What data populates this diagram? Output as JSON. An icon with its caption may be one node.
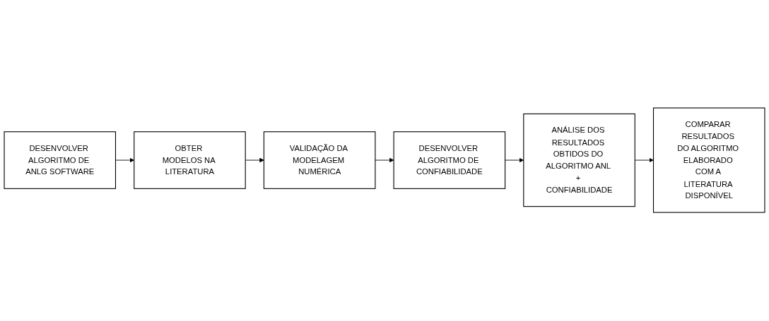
{
  "diagram": {
    "nodes": [
      {
        "text": [
          "DESENVOLVER ALGORITMO DE ANLG SOFTWARE"
        ]
      },
      {
        "text": [
          "OBTER MODELOS NA LITERATURA"
        ]
      },
      {
        "text": [
          "VALIDAÇÃO DA MODELAGEM NUMÉRICA"
        ]
      },
      {
        "text": [
          "DESENVOLVER ALGORITMO DE CONFIABILIDADE"
        ]
      },
      {
        "text": [
          "ANÁLISE DOS RESULTADOS OBTIDOS DO ALGORITMO ANL + CONFIABILIDADE"
        ]
      },
      {
        "text": [
          "COMPARAR RESULTADOS DO ALGORITMO ELABORADO COM A LITERATURA DISPONÍVEL"
        ]
      }
    ],
    "edges": [
      {
        "from": 0,
        "to": 1,
        "arrow": "to"
      },
      {
        "from": 1,
        "to": 2,
        "arrow": "to"
      },
      {
        "from": 2,
        "to": 3,
        "arrow": "to"
      },
      {
        "from": 3,
        "to": 4,
        "arrow": "to"
      },
      {
        "from": 4,
        "to": 5,
        "arrow": "to"
      }
    ]
  }
}
